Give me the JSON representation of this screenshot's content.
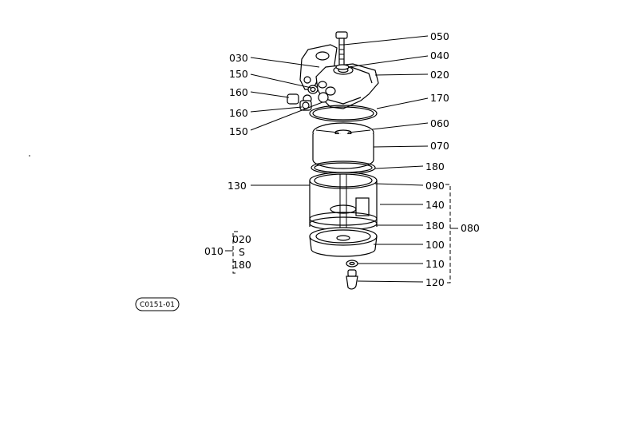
{
  "callouts": {
    "c050": "050",
    "c040": "040",
    "c030": "030",
    "c020": "020",
    "c150a": "150",
    "c160a": "160",
    "c170": "170",
    "c160b": "160",
    "c060": "060",
    "c150b": "150",
    "c070": "070",
    "c180a": "180",
    "c130": "130",
    "c090": "090",
    "c140": "140",
    "c180b": "180",
    "c080": "080",
    "c100": "100",
    "c110": "110",
    "c120": "120"
  },
  "assembly_range": {
    "group": "010",
    "from": "020",
    "tilde": "S",
    "to": "180"
  },
  "figure_code": "C0151-01"
}
